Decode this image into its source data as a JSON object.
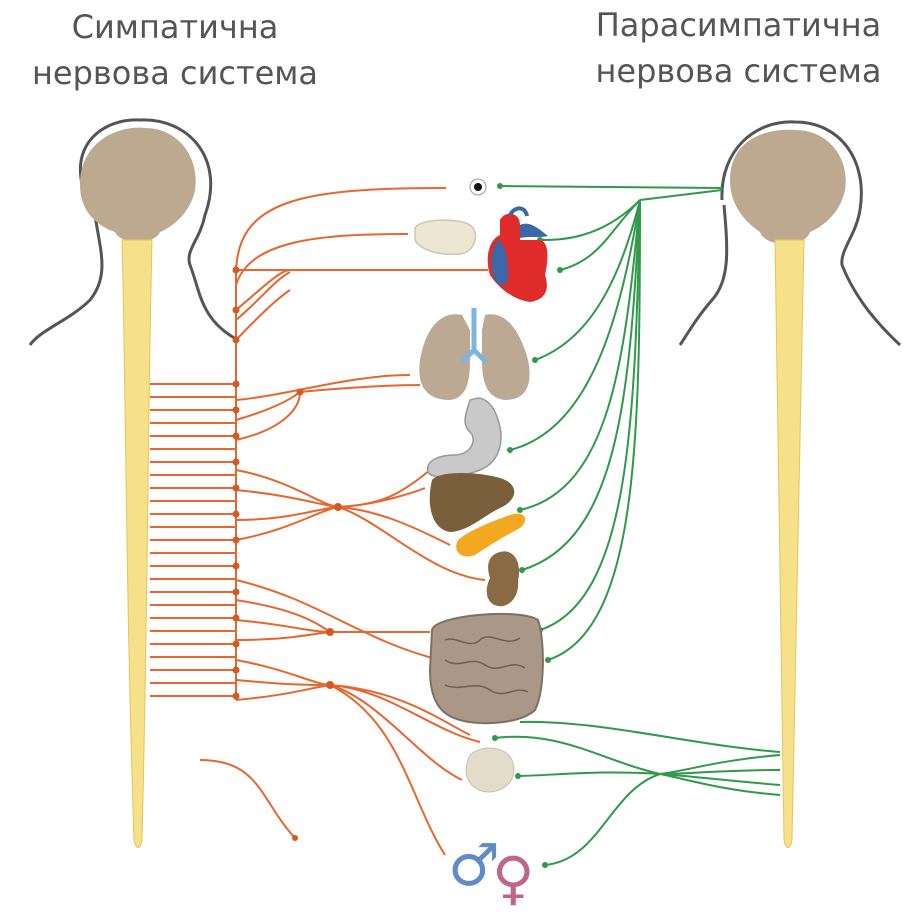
{
  "titles": {
    "sympathetic": {
      "line1": "Симпатична",
      "line2": "нервова система"
    },
    "parasympathetic": {
      "line1": "Парасимпатична",
      "line2": "нервова система"
    }
  },
  "symbols": {
    "male": "♂",
    "female": "♀"
  },
  "colors": {
    "sympathetic": "#e8662e",
    "parasympathetic": "#2e9a4a",
    "brain": "#bca990",
    "spinal_cord": "#f6e08a",
    "heart": "#e02b2b",
    "lungs": "#bba993",
    "liver": "#7a5f3c",
    "pancreas": "#f2a820",
    "intestine": "#a99887",
    "stomach": "#c9c9c9"
  },
  "icons": [
    "head-outline-icon",
    "brain-icon",
    "spinal-cord-icon",
    "eye-icon",
    "salivary-gland-icon",
    "heart-icon",
    "lungs-icon",
    "stomach-icon",
    "liver-icon",
    "pancreas-icon",
    "kidney-icon",
    "intestine-icon",
    "bladder-icon",
    "male-symbol-icon",
    "female-symbol-icon"
  ]
}
